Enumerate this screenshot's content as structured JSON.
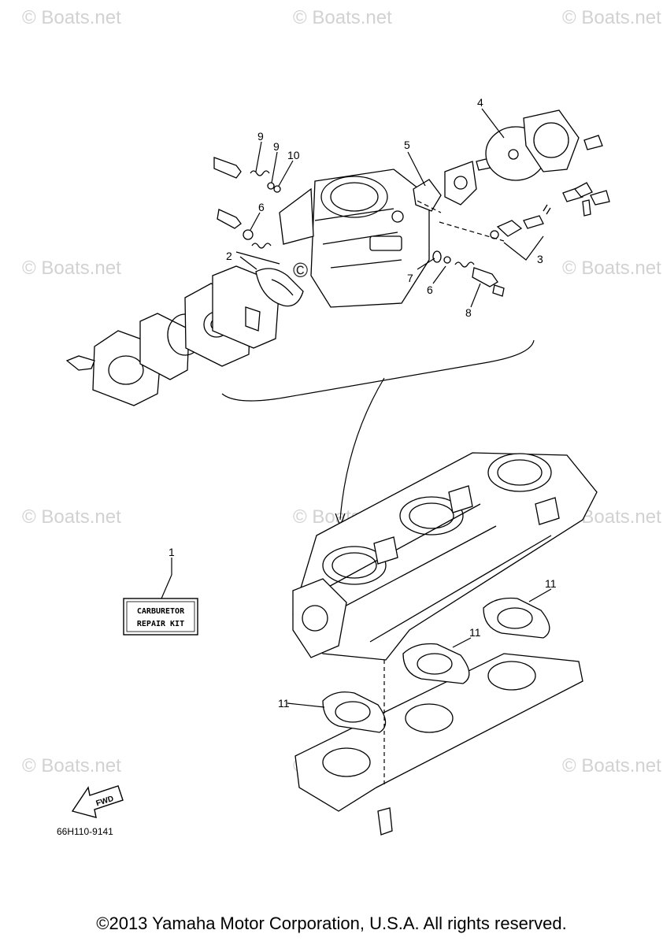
{
  "watermark": {
    "text": "Boats.net",
    "symbol": "©"
  },
  "callouts": {
    "c1": "1",
    "c2": "2",
    "c3": "3",
    "c4": "4",
    "c5": "5",
    "c6a": "6",
    "c6b": "6",
    "c7": "7",
    "c8": "8",
    "c9a": "9",
    "c9b": "9",
    "c10": "10",
    "c11a": "11",
    "c11b": "11",
    "c11c": "11"
  },
  "repair_kit": {
    "line1": "CARBURETOR",
    "line2": "REPAIR KIT"
  },
  "fwd_arrow": "FWD",
  "part_code": "66H110-9141",
  "copyright": "©2013 Yamaha Motor Corporation, U.S.A. All rights reserved."
}
